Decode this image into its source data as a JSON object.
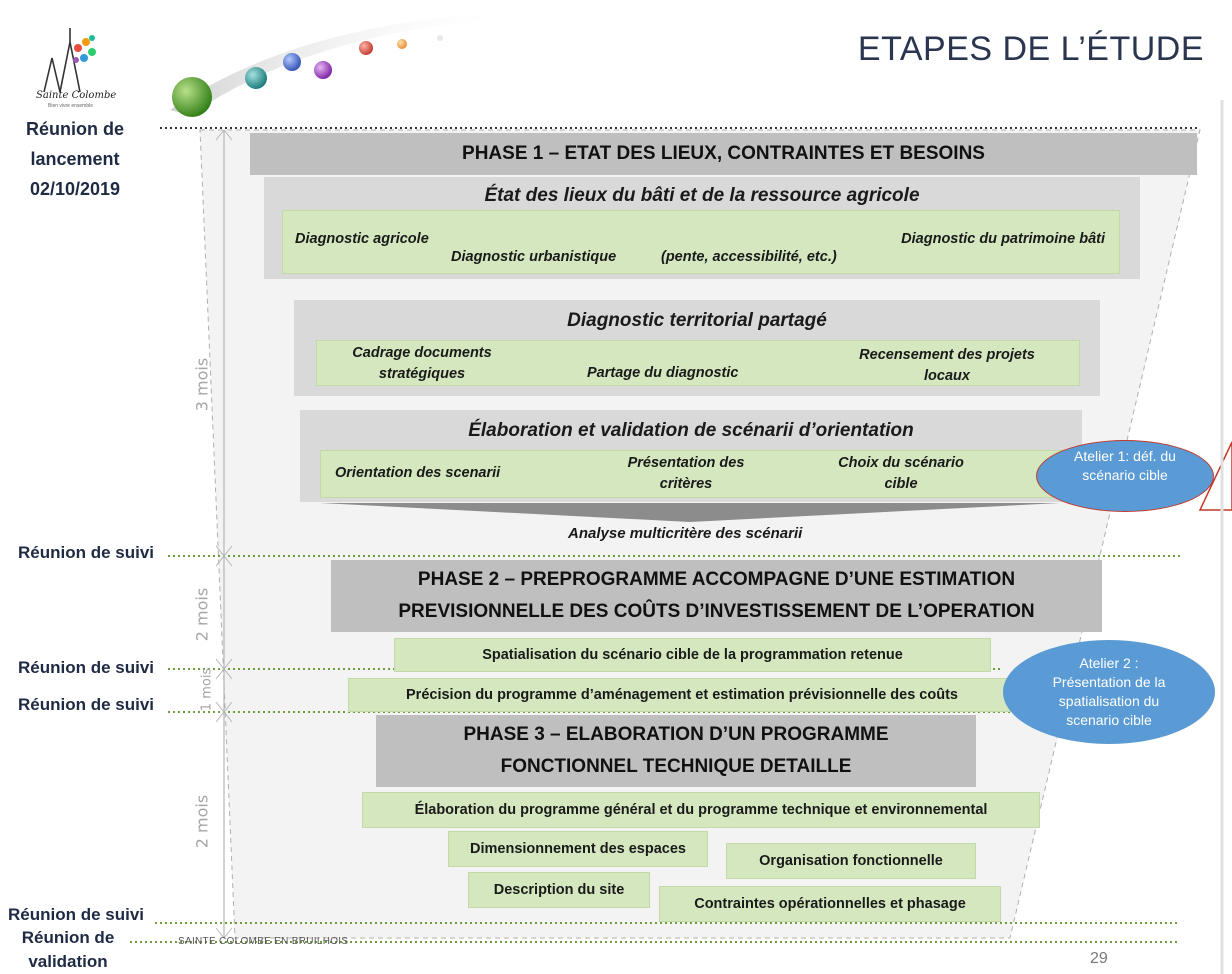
{
  "header": {
    "title": "ETAPES DE L’ÉTUDE",
    "logo_text": "Sainte Colombe",
    "logo_subtext": "Bien vivre ensemble"
  },
  "milestones": {
    "kickoff": "Réunion de lancement 02/10/2019",
    "followup1": "Réunion de suivi",
    "followup2": "Réunion de suivi",
    "followup3": "Réunion de suivi",
    "followup4": "Réunion de suivi",
    "validation": "Réunion de validation"
  },
  "durations": {
    "d1": "3 mois",
    "d2": "2 mois",
    "d3": "1 mois",
    "d4": "2 mois"
  },
  "phase1": {
    "title": "PHASE 1 – ETAT DES LIEUX, CONTRAINTES ET BESOINS",
    "etat": {
      "title": "État des lieux du bâti et de la ressource agricole",
      "items": [
        "Diagnostic agricole",
        "Diagnostic urbanistique",
        "(pente, accessibilité, etc.)",
        "Diagnostic du patrimoine bâti"
      ]
    },
    "diag": {
      "title": "Diagnostic territorial partagé",
      "items": [
        "Cadrage documents stratégiques",
        "Partage du diagnostic",
        "Recensement des projets locaux"
      ]
    },
    "elab": {
      "title": "Élaboration et validation de scénarii d’orientation",
      "items": [
        "Orientation des scenarii",
        "Présentation des critères",
        "Choix du scénario cible"
      ]
    },
    "analyse": "Analyse multicritère des scénarii"
  },
  "phase2": {
    "title_l1": "PHASE 2 – PREPROGRAMME ACCOMPAGNE D’UNE ESTIMATION",
    "title_l2": "PREVISIONNELLE DES COÛTS D’INVESTISSEMENT DE L’OPERATION",
    "items": [
      "Spatialisation du scénario cible de la programmation retenue",
      "Précision du programme d’aménagement et estimation prévisionnelle des coûts"
    ]
  },
  "phase3": {
    "title_l1": "PHASE 3 – ELABORATION D’UN PROGRAMME",
    "title_l2": "FONCTIONNEL TECHNIQUE DETAILLE",
    "items": [
      "Élaboration du programme général et du programme technique et environnemental",
      "Dimensionnement des espaces",
      "Organisation fonctionnelle",
      "Description du site",
      "Contraintes opérationnelles et phasage"
    ]
  },
  "callouts": {
    "atelier1": "Atelier 1: déf. du scénario cible",
    "atelier2": "Atelier 2 : Présentation de la spatialisation du scenario cible"
  },
  "footer": {
    "text": "SAINTE COLOMBE EN BRUILHOIS",
    "page": "29"
  },
  "colors": {
    "phase_grey": "#bfbfbf",
    "box_grey": "#d9d9d9",
    "green": "#d4e7bf",
    "bubble_blue": "#5b9bd5",
    "dots_green": "#6f9e3c"
  }
}
